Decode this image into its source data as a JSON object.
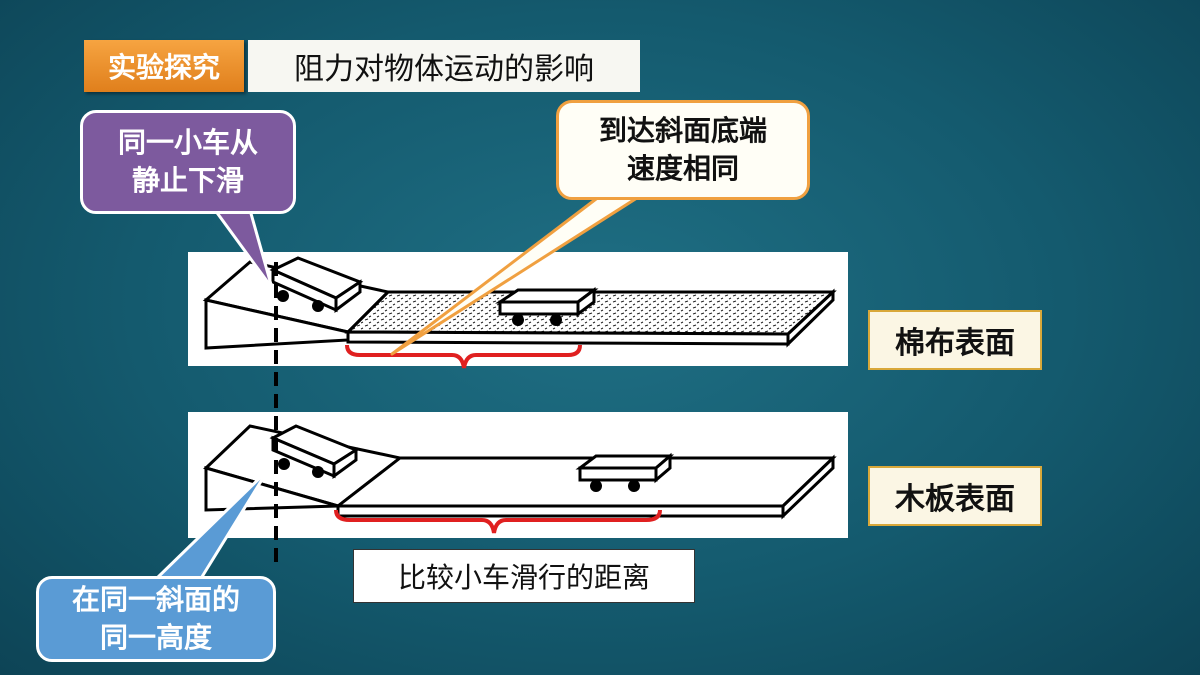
{
  "header": {
    "tag": "实验探究",
    "title": "阻力对物体运动的影响"
  },
  "callouts": {
    "same_cart_line1": "同一小车从",
    "same_cart_line2": "静止下滑",
    "same_speed_line1": "到达斜面底端",
    "same_speed_line2": "速度相同",
    "same_height_line1": "在同一斜面的",
    "same_height_line2": "同一高度"
  },
  "surfaces": {
    "cotton": "棉布表面",
    "wood": "木板表面"
  },
  "compare": "比较小车滑行的距离",
  "colors": {
    "tag_orange": "#e8902a",
    "callout_purple": "#7d5a9e",
    "callout_blue": "#5a9bd5",
    "brace_red": "#e02020",
    "background": "#145a6e"
  }
}
